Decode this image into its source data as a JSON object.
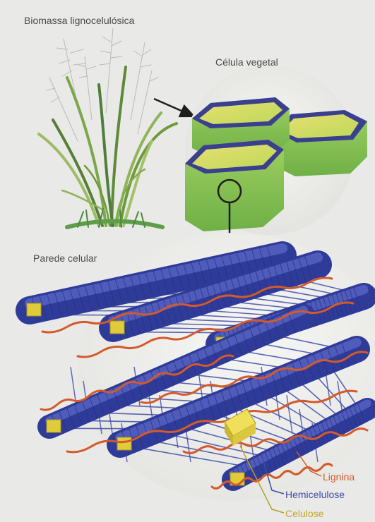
{
  "labels": {
    "biomass": "Biomassa lignocelulósica",
    "plant_cell": "Célula vegetal",
    "cell_wall": "Parede celular"
  },
  "legend": {
    "lignin": "Lignina",
    "hemicellulose": "Hemicelulose",
    "cellulose": "Celulose"
  },
  "colors": {
    "background": "#e9e9e7",
    "lignin": "#d45a2a",
    "hemicellulose": "#3f4ca8",
    "cellulose": "#e0cc3a",
    "cell_green": "#8cc850",
    "cell_border": "#3b3f8f",
    "grass": "#6f9a3a"
  }
}
